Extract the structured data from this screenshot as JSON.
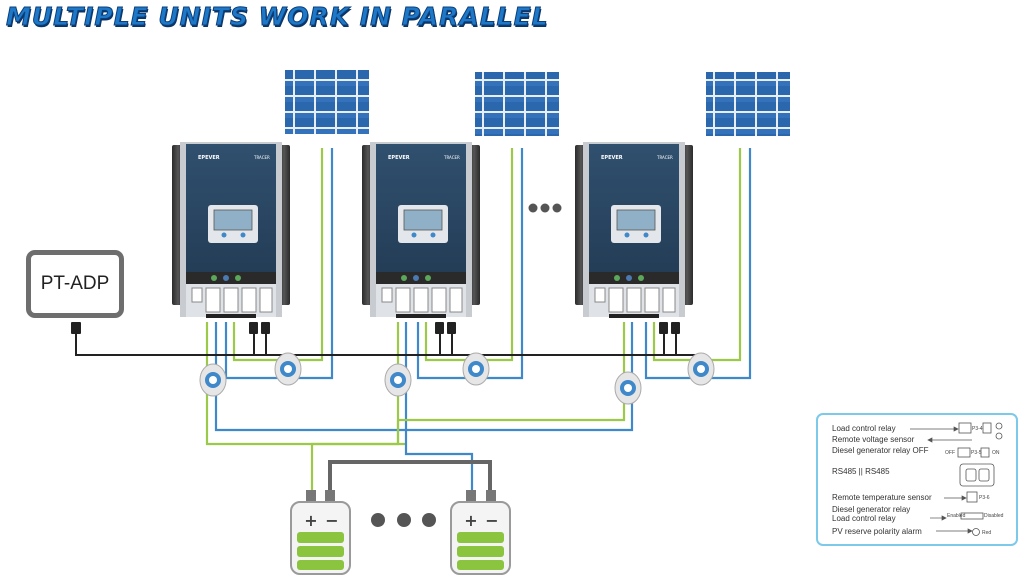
{
  "title": "MULTIPLE UNITS WORK IN PARALLEL",
  "adapter_label": "PT-ADP",
  "controller": {
    "brand": "EPEVER",
    "model": "TRACER"
  },
  "ellipsis_symbol": "• • •",
  "battery": {
    "positive": "+",
    "negative": "−"
  },
  "legend": {
    "rows": [
      "Load control relay",
      "Remote voltage sensor",
      "Diesel generator relay OFF",
      "RS485 || RS485",
      "Remote temperature sensor",
      "Diesel generator relay",
      "Load control relay",
      "PV reserve polarity alarm"
    ],
    "labels": {
      "p3_4": "P3-4",
      "p3_5": "P3-5",
      "p3_6": "P3-6",
      "off": "OFF",
      "on": "ON",
      "enabled": "Enabled",
      "disabled": "Disabled",
      "red": "Red"
    }
  },
  "colors": {
    "title": "#1e78c8",
    "controller_body": "#2c4766",
    "solar_panel": "#2a67ad",
    "wire_blue": "#3f88c9",
    "wire_green": "#9cc94a",
    "wire_gray": "#666666",
    "battery_cell": "#8bc53f",
    "legend_border": "#7cc9ea"
  }
}
